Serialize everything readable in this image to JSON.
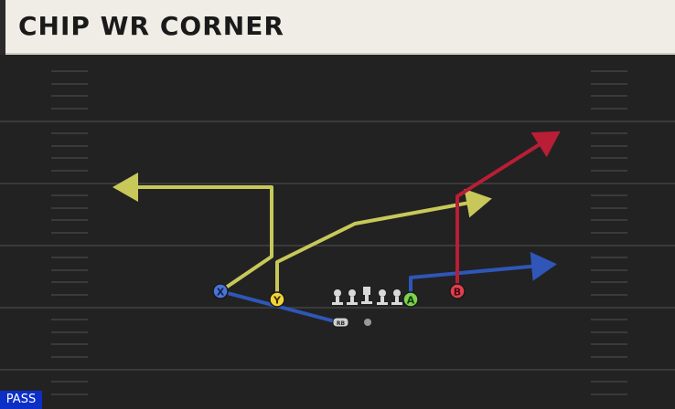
{
  "play": {
    "title": "CHIP WR CORNER",
    "type_label": "PASS"
  },
  "players": [
    {
      "label": "X",
      "color": "#4a74d6"
    },
    {
      "label": "Y",
      "color": "#f2d43a"
    },
    {
      "label": "A",
      "color": "#7cd24e"
    },
    {
      "label": "B",
      "color": "#e04050"
    },
    {
      "label": "RB",
      "color": "#cfcfcf"
    }
  ],
  "route_colors": {
    "yellow": "#c8c85a",
    "blue": "#2f56b8",
    "red": "#b81e36"
  },
  "colors": {
    "title_bg": "#efede6",
    "field_bg": "#222222",
    "yard_line": "#3a3a3a",
    "pass_badge": "#0b2fc7"
  }
}
